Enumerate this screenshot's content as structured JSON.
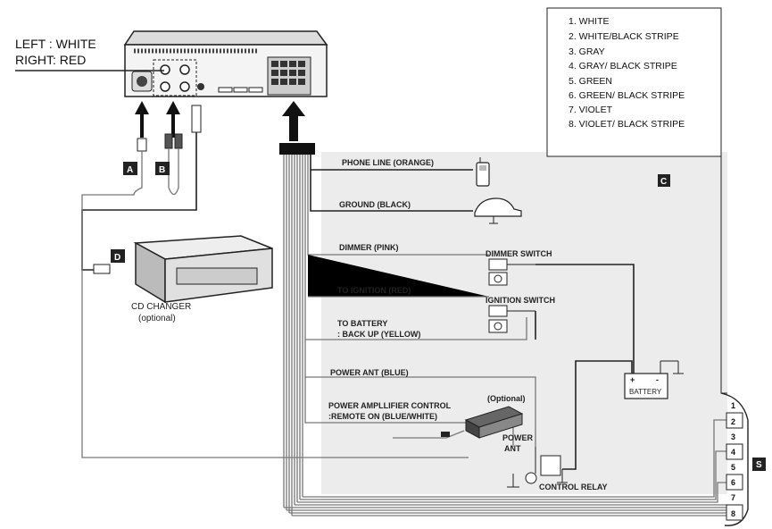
{
  "top_left": {
    "left_label": "LEFT  : WHITE",
    "right_label": "RIGHT: RED"
  },
  "markers": {
    "a": "A",
    "b": "B",
    "c": "C",
    "d": "D",
    "s": "S"
  },
  "wires": {
    "phone": "PHONE LINE (ORANGE)",
    "ground": "GROUND (BLACK)",
    "dimmer": "DIMMER (PINK)",
    "ignition": "TO IGNITION (RED)",
    "battery_1": "TO BATTERY",
    "battery_2": ": BACK UP (YELLOW)",
    "power_ant": "POWER ANT (BLUE)",
    "amp_1": "POWER AMPLLIFIER CONTROL",
    "amp_2": ":REMOTE ON (BLUE/WHITE)"
  },
  "components": {
    "dimmer_switch": "DIMMER SWITCH",
    "ignition_switch": "IGNITION SWITCH",
    "battery": "BATTERY",
    "optional": "(Optional)",
    "power_ant_1": "POWER",
    "power_ant_2": "ANT",
    "control_relay": "CONTROL RELAY",
    "cd_changer_1": "CD CHANGER",
    "cd_changer_2": "(optional)"
  },
  "legend": [
    "1. WHITE",
    "2. WHITE/BLACK STRIPE",
    "3. GRAY",
    "4. GRAY/ BLACK STRIPE",
    "5. GREEN",
    "6. GREEN/ BLACK STRIPE",
    "7. VIOLET",
    "8. VIOLET/ BLACK STRIPE"
  ],
  "connector_pins": [
    "1",
    "2",
    "3",
    "4",
    "5",
    "6",
    "7",
    "8"
  ],
  "colors": {
    "panel": "#ececec",
    "wire": "#777777",
    "dark": "#222222"
  }
}
